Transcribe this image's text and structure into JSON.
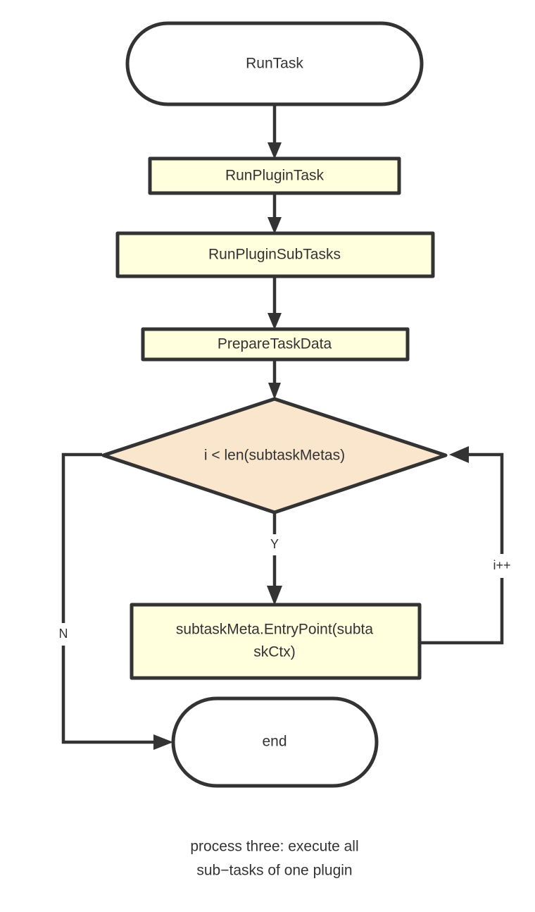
{
  "diagram": {
    "type": "flowchart",
    "direction": "top-to-bottom",
    "caption": {
      "line1": "process three: execute all",
      "line2": "sub−tasks of one plugin"
    },
    "colors": {
      "background": "#ffffff",
      "stroke": "#333333",
      "text": "#333333",
      "process_fill": "#ffffdd",
      "decision_fill": "#fae5cd",
      "terminal_fill": "#ffffff"
    },
    "nodes": [
      {
        "id": "run-task",
        "shape": "stadium",
        "label": "RunTask"
      },
      {
        "id": "run-plugin-task",
        "shape": "rectangle",
        "label": "RunPluginTask"
      },
      {
        "id": "run-plugin-sub-tasks",
        "shape": "rectangle",
        "label": "RunPluginSubTasks"
      },
      {
        "id": "prepare-task-data",
        "shape": "rectangle",
        "label": "PrepareTaskData"
      },
      {
        "id": "loop-condition",
        "shape": "diamond",
        "label": "i < len(subtaskMetas)"
      },
      {
        "id": "subtask-entry-point",
        "shape": "rectangle",
        "label": "subtaskMeta.EntryPoint(subtaskCtx)",
        "label_line1": "subtaskMeta.EntryPoint(subta",
        "label_line2": "skCtx)"
      },
      {
        "id": "end",
        "shape": "stadium",
        "label": "end"
      }
    ],
    "edges": [
      {
        "id": "e1",
        "from": "run-task",
        "to": "run-plugin-task",
        "label": ""
      },
      {
        "id": "e2",
        "from": "run-plugin-task",
        "to": "run-plugin-sub-tasks",
        "label": ""
      },
      {
        "id": "e3",
        "from": "run-plugin-sub-tasks",
        "to": "prepare-task-data",
        "label": ""
      },
      {
        "id": "e4",
        "from": "prepare-task-data",
        "to": "loop-condition",
        "label": ""
      },
      {
        "id": "e5",
        "from": "loop-condition",
        "to": "subtask-entry-point",
        "label": "Y"
      },
      {
        "id": "e6",
        "from": "loop-condition",
        "to": "end",
        "label": "N"
      },
      {
        "id": "e7",
        "from": "subtask-entry-point",
        "to": "loop-condition",
        "label": "i++"
      }
    ]
  }
}
